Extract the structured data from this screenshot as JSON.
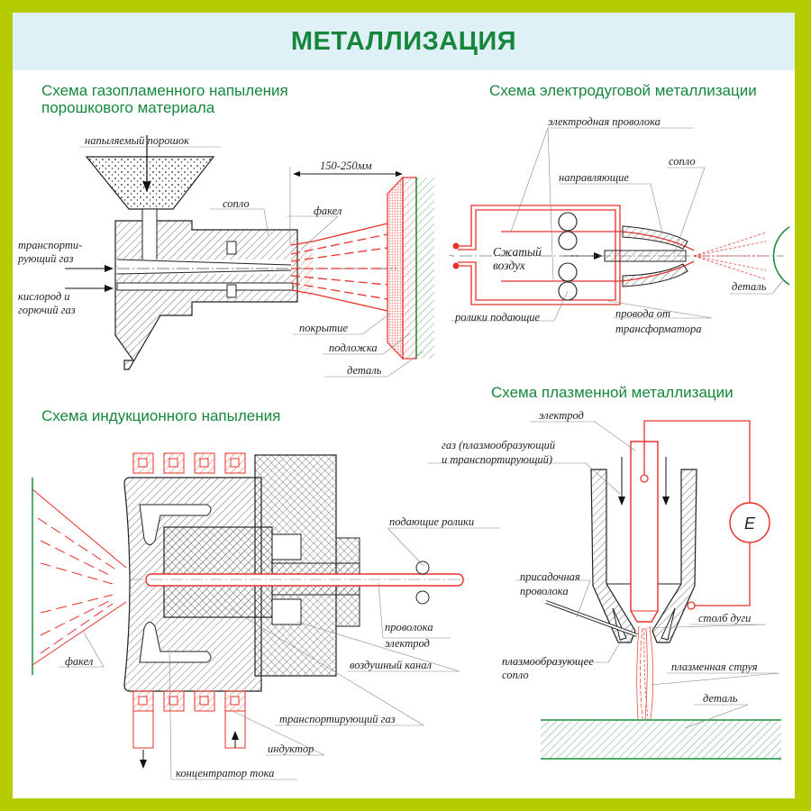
{
  "page": {
    "title": "МЕТАЛЛИЗАЦИЯ",
    "colors": {
      "border": "#b5cc00",
      "banner": "#dff1f7",
      "heading": "#16873a",
      "accent_red": "#e8312a",
      "part_green": "#1e8f3e"
    }
  },
  "sections": {
    "gas_flame": {
      "title_line1": "Схема газопламенного напыления",
      "title_line2": "порошкового материала",
      "labels": {
        "powder": "напыляемый порошок",
        "distance": "150-250мм",
        "nozzle": "сопло",
        "torch": "факел",
        "transport_gas_1": "транспорти-",
        "transport_gas_2": "рующий газ",
        "oxygen_1": "кислород и",
        "oxygen_2": "горючий газ",
        "coating": "покрытие",
        "substrate": "подложка",
        "part": "деталь"
      }
    },
    "electric_arc": {
      "title": "Схема электродуговой металлизации",
      "labels": {
        "electrode_wire": "электродная проволока",
        "nozzle": "сопло",
        "guides": "направляющие",
        "compressed_air_1": "Сжатый",
        "compressed_air_2": "воздух",
        "ac_symbol": "~",
        "part": "деталь",
        "feed_rollers": "ролики подающие",
        "wires_1": "провода от",
        "wires_2": "трансформатора"
      }
    },
    "induction": {
      "title": "Схема индукционного напыления",
      "labels": {
        "feed_rollers": "подающие ролики",
        "wire_1": "проволока",
        "wire_2": "электрод",
        "air_channel": "воздушный канал",
        "torch": "факел",
        "transport_gas": "транспортирующий газ",
        "inductor": "индуктор",
        "current_concentrator": "концентратор тока"
      }
    },
    "plasma": {
      "title": "Схема плазменной металлизации",
      "labels": {
        "electrode": "электрод",
        "gas_1": "газ (плазмообразующий",
        "gas_2": "и транспортирующий)",
        "source": "E",
        "filler_1": "присадочная",
        "filler_2": "проволока",
        "arc_column": "столб дуги",
        "nozzle_1": "плазмообразующее",
        "nozzle_2": "сопло",
        "plasma_jet": "плазменная струя",
        "part": "деталь"
      }
    }
  }
}
